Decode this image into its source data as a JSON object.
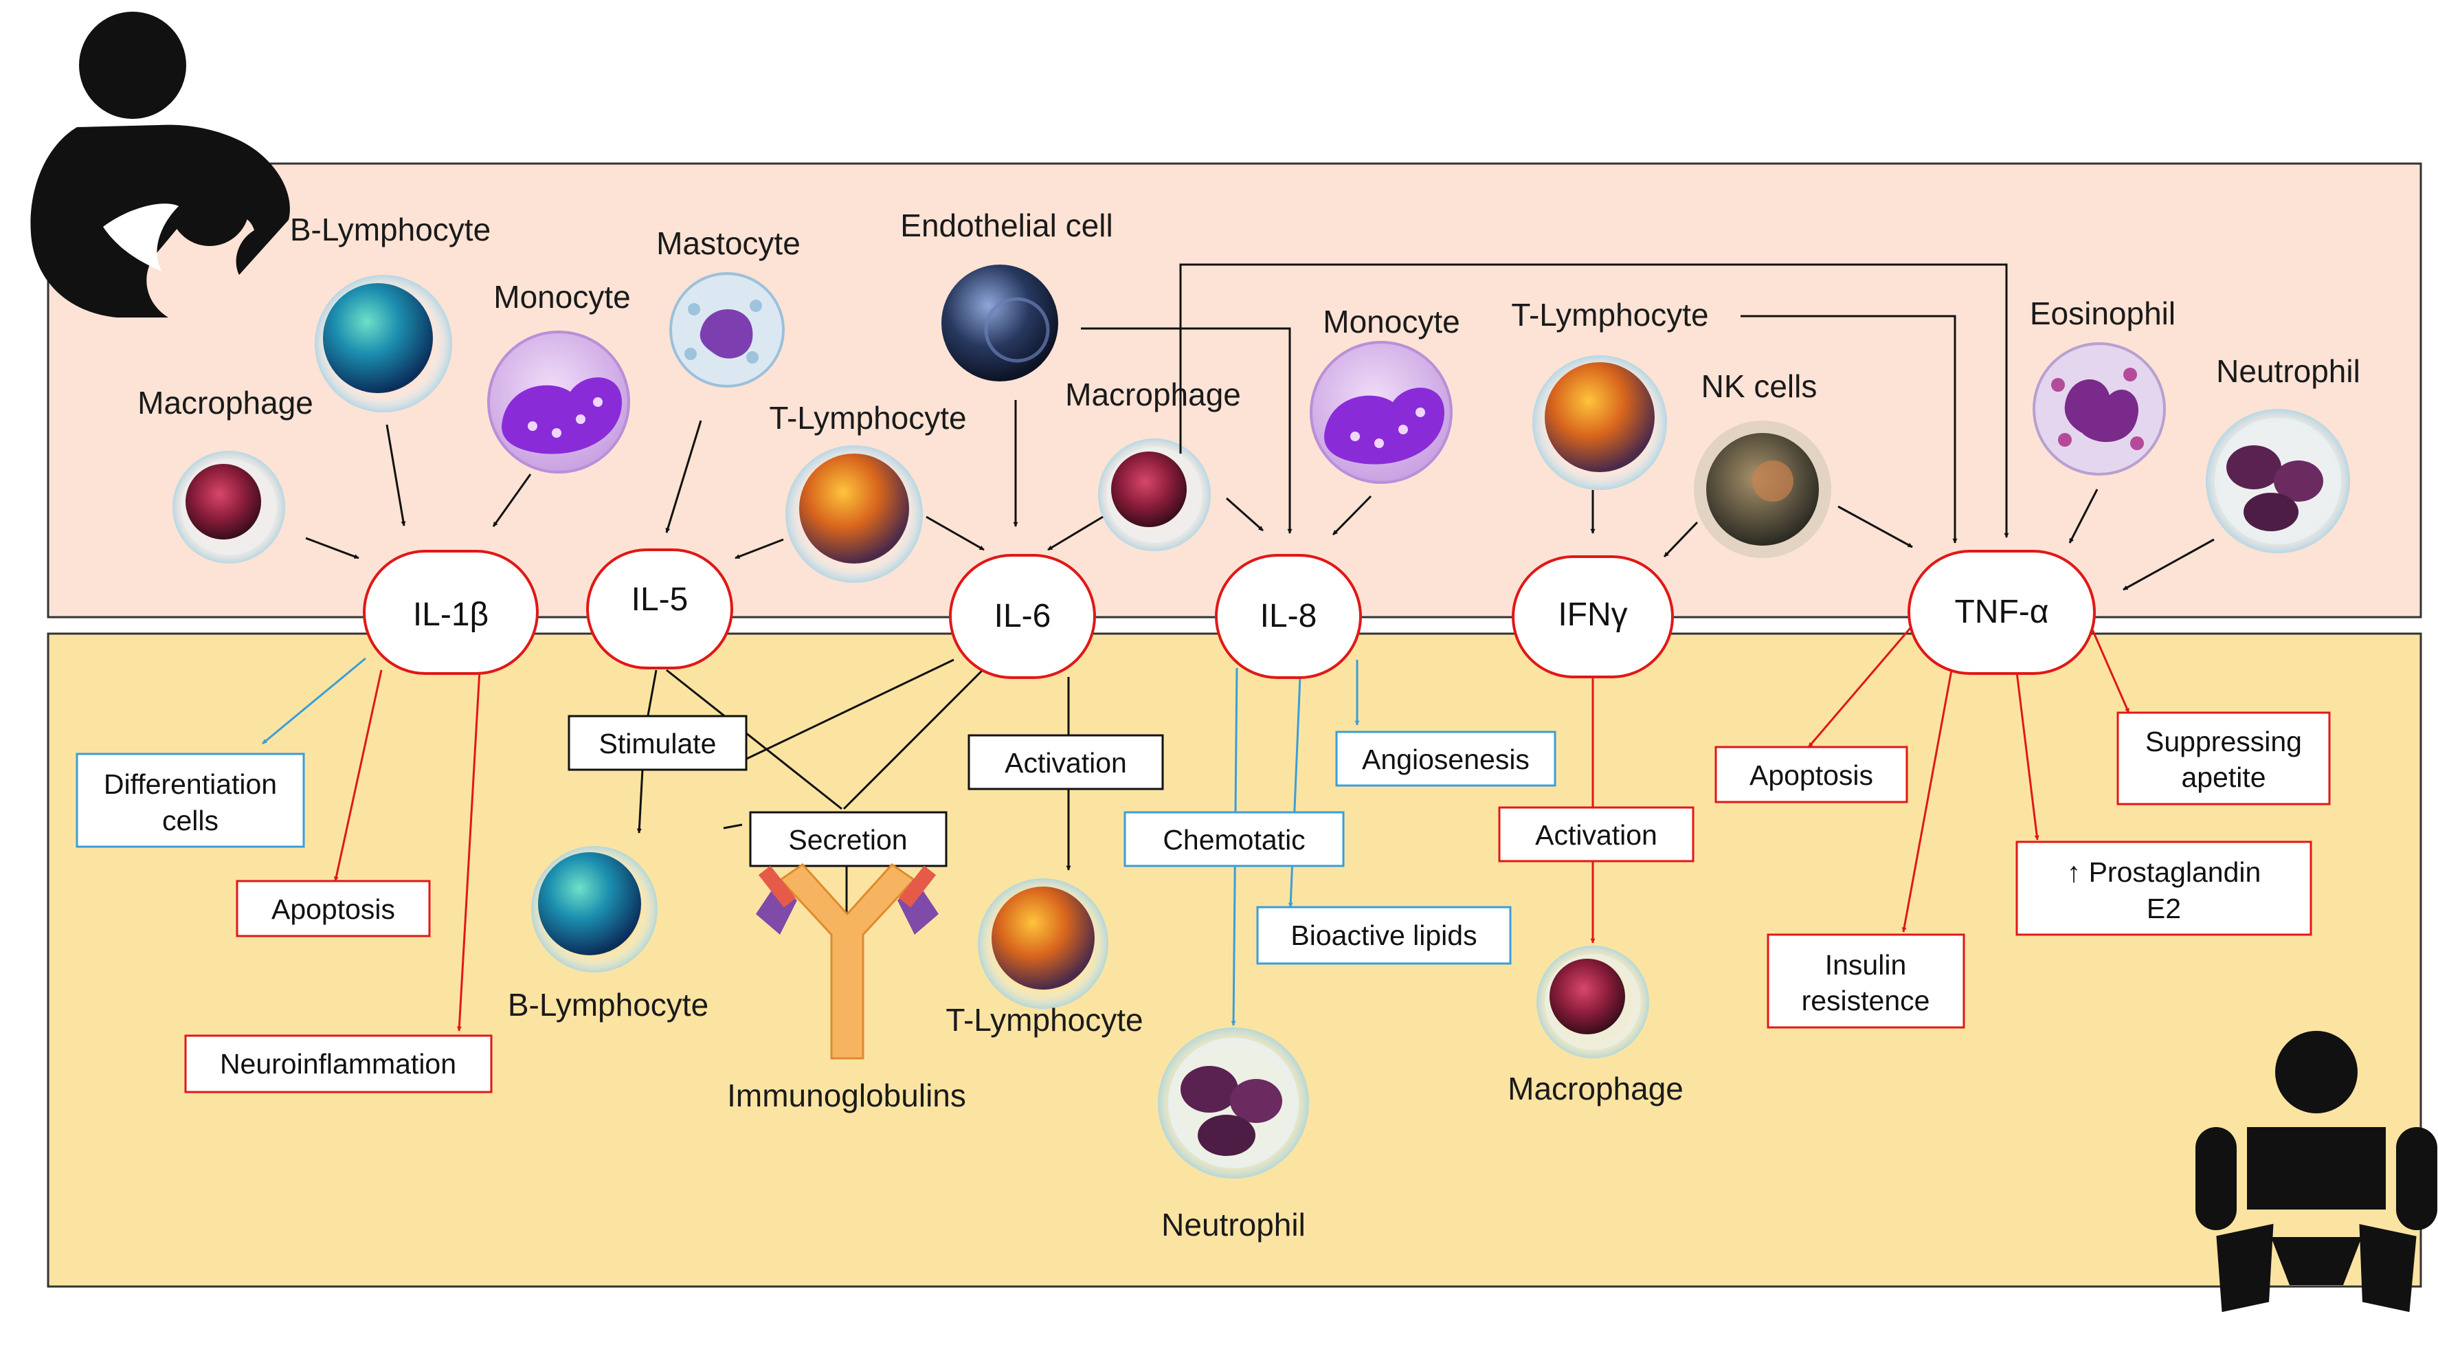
{
  "colors": {
    "mother_panel": "#fde3d5",
    "infant_panel": "#fbe4a2",
    "hub_border": "#e01818",
    "arrow_black": "#111111",
    "arrow_blue": "#3b9ed8",
    "arrow_red": "#e01818",
    "box_blue": "#3b9ed8",
    "box_red": "#e01818"
  },
  "icons": {
    "mother": "breastfeeding-mother-icon",
    "infant": "infant-icon",
    "antibody": "immunoglobulin-y-icon"
  },
  "cells": {
    "macrophage_1": "Macrophage",
    "b_lymphocyte_1": "B-Lymphocyte",
    "monocyte_1": "Monocyte",
    "mastocyte": "Mastocyte",
    "t_lymphocyte_1": "T-Lymphocyte",
    "endothelial": "Endothelial cell",
    "macrophage_2": "Macrophage",
    "monocyte_2": "Monocyte",
    "t_lymphocyte_2": "T-Lymphocyte",
    "nk_cells": "NK cells",
    "eosinophil": "Eosinophil",
    "neutrophil_1": "Neutrophil"
  },
  "hubs": {
    "il1b": "IL-1β",
    "il5": "IL-5",
    "il6": "IL-6",
    "il8": "IL-8",
    "ifng": "IFNγ",
    "tnfa": "TNF-α"
  },
  "boxes": {
    "differentiation": [
      "Differentiation",
      "cells"
    ],
    "apoptosis_1": "Apoptosis",
    "neuroinflammation": "Neuroinflammation",
    "stimulate": "Stimulate",
    "secretion": "Secretion",
    "activation_1": "Activation",
    "angiogenesis": "Angiosenesis",
    "chemotatic": "Chemotatic",
    "bioactive": "Bioactive lipids",
    "activation_2": "Activation",
    "apoptosis_2": "Apoptosis",
    "suppressing": [
      "Suppressing",
      "apetite"
    ],
    "prostaglandin": [
      "↑ Prostaglandin",
      "E2"
    ],
    "insulin": [
      "Insulin",
      "resistence"
    ]
  },
  "outputs": {
    "b_lymphocyte": "B-Lymphocyte",
    "immunoglobulins": "Immunoglobulins",
    "t_lymphocyte": "T-Lymphocyte",
    "neutrophil": "Neutrophil",
    "macrophage": "Macrophage"
  }
}
